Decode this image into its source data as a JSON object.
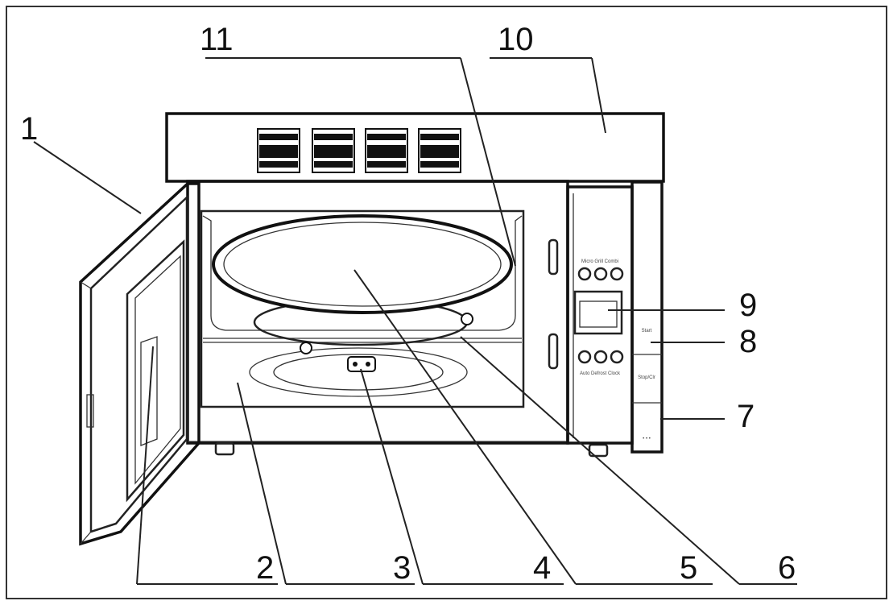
{
  "diagram": {
    "labels": [
      "1",
      "2",
      "3",
      "4",
      "5",
      "6",
      "7",
      "8",
      "9",
      "10",
      "11"
    ]
  },
  "panel": {
    "top_button_caption": "Micro Grill Combi",
    "bottom_button_caption": "Auto Defrost Clock",
    "side_button_a": "Start",
    "side_button_b": "Stop/Clr",
    "dots": "• • •"
  }
}
